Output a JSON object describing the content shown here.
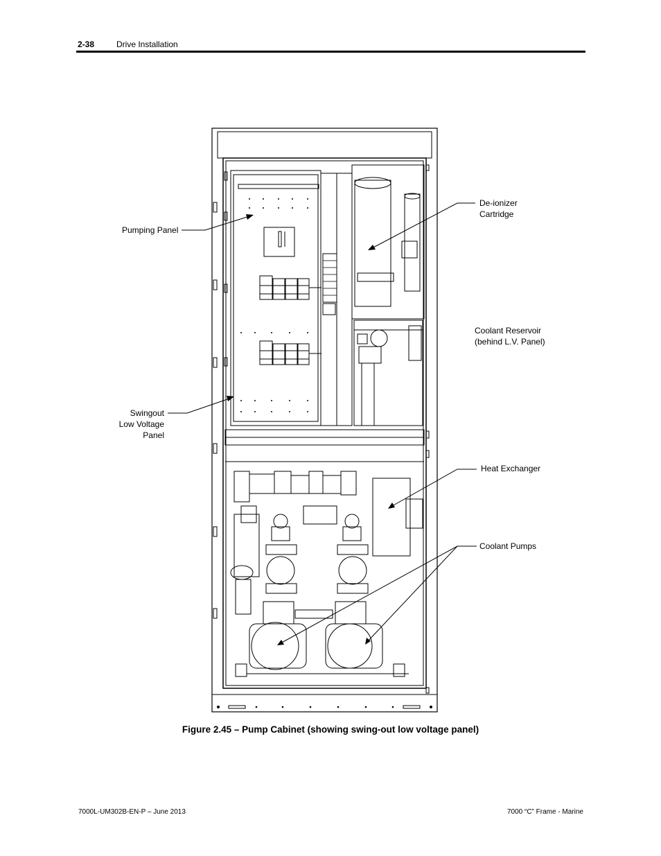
{
  "header": {
    "page_number": "2-38",
    "section_title": "Drive Installation"
  },
  "figure": {
    "callouts": {
      "pumping_panel": "Pumping Panel",
      "deionizer_line1": "De-ionizer",
      "deionizer_line2": "Cartridge",
      "reservoir_line1": "Coolant Reservoir",
      "reservoir_line2": "(behind L.V. Panel)",
      "swingout_line1": "Swingout",
      "swingout_line2": "Low Voltage",
      "swingout_line3": "Panel",
      "heat_exchanger": "Heat Exchanger",
      "coolant_pumps": "Coolant Pumps"
    },
    "caption": "Figure 2.45 – Pump Cabinet (showing swing-out low voltage panel)"
  },
  "footer": {
    "left": "7000L-UM302B-EN-P – June 2013",
    "right": "7000 “C” Frame - Marine"
  }
}
